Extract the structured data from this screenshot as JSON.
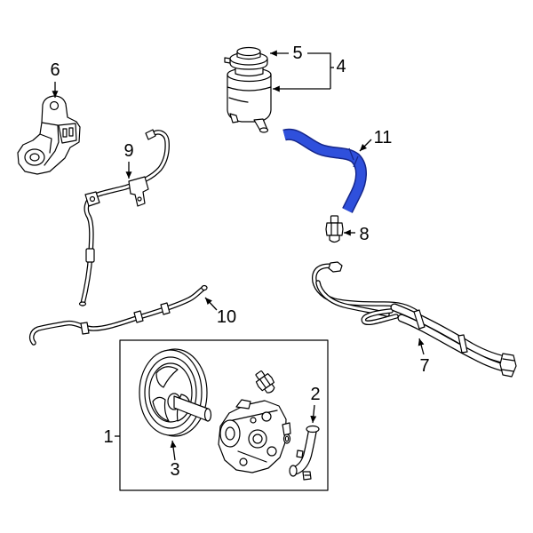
{
  "callouts": [
    "1",
    "2",
    "3",
    "4",
    "5",
    "6",
    "7",
    "8",
    "9",
    "10",
    "11"
  ],
  "colors": {
    "line": "#000000",
    "background": "#ffffff",
    "highlight": "#2f50dc",
    "highlight_outline": "#15268a"
  }
}
